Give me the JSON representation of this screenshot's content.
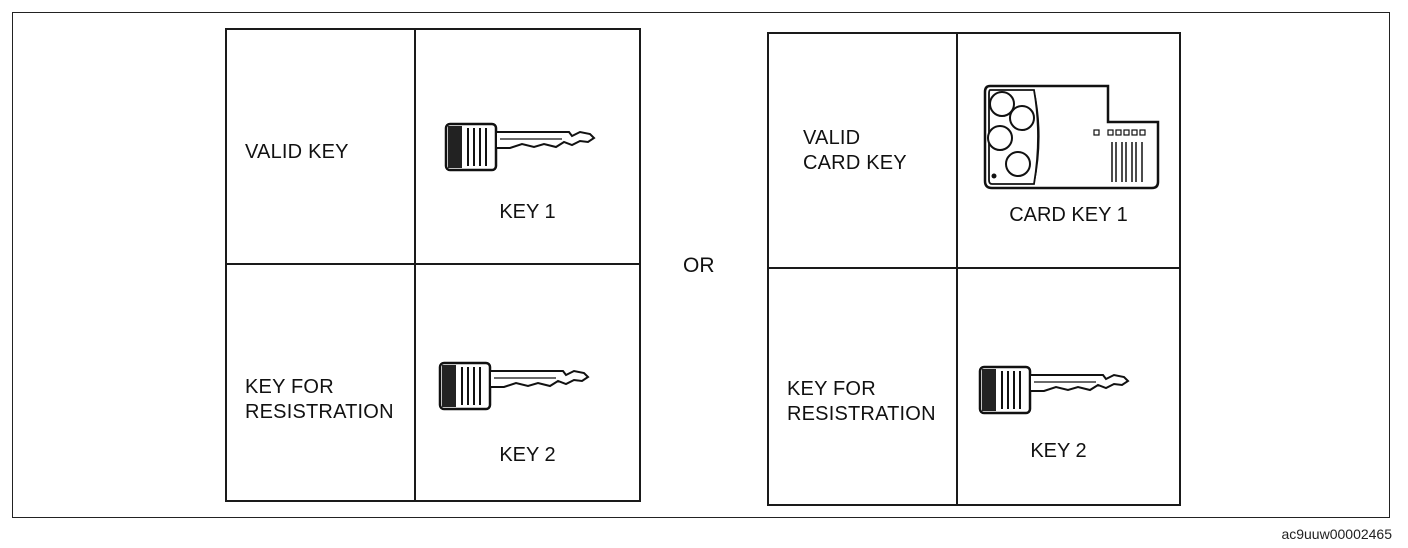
{
  "option_a": {
    "valid_label": "VALID KEY",
    "valid_caption": "KEY 1",
    "valid_icon": "key-icon",
    "registration_label": "KEY FOR\nRESISTRATION",
    "registration_caption": "KEY 2",
    "registration_icon": "key-icon"
  },
  "separator": "OR",
  "option_b": {
    "valid_label": "VALID\nCARD KEY",
    "valid_caption": "CARD KEY 1",
    "valid_icon": "card-key-icon",
    "registration_label": "KEY FOR\nRESISTRATION",
    "registration_caption": "KEY 2",
    "registration_icon": "key-icon"
  },
  "figure_code": "ac9uuw00002465"
}
